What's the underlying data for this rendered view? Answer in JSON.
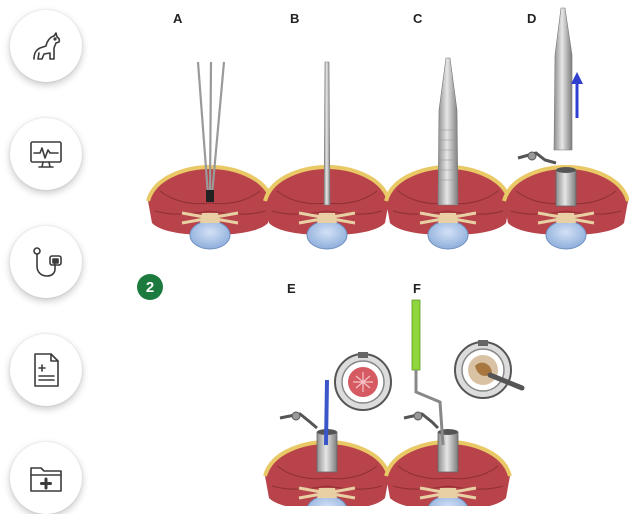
{
  "sidebar": {
    "items": [
      {
        "name": "pet-icon"
      },
      {
        "name": "monitor-icon"
      },
      {
        "name": "stethoscope-icon"
      },
      {
        "name": "document-icon"
      },
      {
        "name": "medical-folder-icon"
      }
    ],
    "icon_color": "#3b3b3b"
  },
  "figure": {
    "step_number": "2",
    "step_color": "#1d7a3e",
    "panels": {
      "a": "A",
      "b": "B",
      "c": "C",
      "d": "D",
      "e": "E",
      "f": "F"
    },
    "colors": {
      "muscle": "#b8434a",
      "fat": "#f1d27a",
      "bone": "#e8cfa4",
      "disc": "#a9c3e6",
      "instrument": "#c9c9c9",
      "probe": "#3a57c9",
      "handle": "#8ed63b",
      "arrow": "#2f3fd0"
    }
  }
}
